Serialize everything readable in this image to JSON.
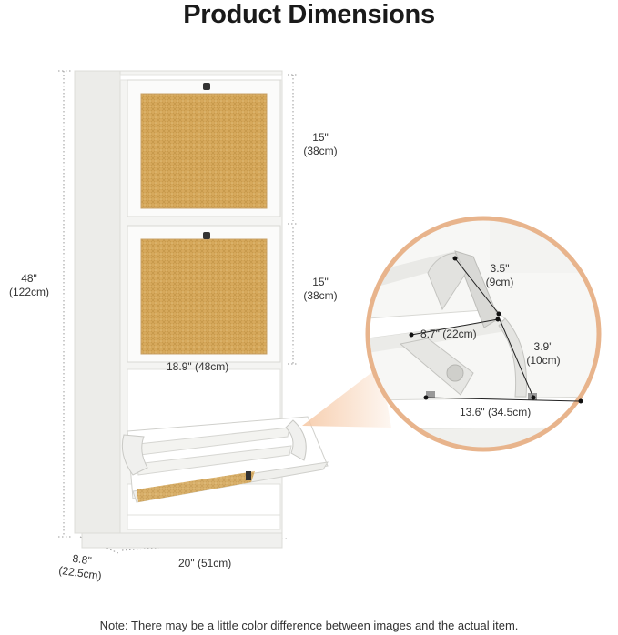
{
  "title": "Product Dimensions",
  "dimensions": {
    "height_in": "48\"",
    "height_cm": "(122cm)",
    "door1_in": "15\"",
    "door1_cm": "(38cm)",
    "door2_in": "15\"",
    "door2_cm": "(38cm)",
    "inner_width": "18.9\" (48cm)",
    "depth_in": "8.8\"",
    "depth_cm": "(22.5cm)",
    "width": "20\" (51cm)"
  },
  "detail": {
    "d1_in": "3.5\"",
    "d1_cm": "(9cm)",
    "d2": "8.7\" (22cm)",
    "d3_in": "3.9\"",
    "d3_cm": "(10cm)",
    "d4": "13.6\" (34.5cm)"
  },
  "note": "Note: There may be a little color difference between images and the actual item.",
  "colors": {
    "rattan": "#d6a758",
    "cabinet": "#f7f7f5",
    "accent_ring": "#e8b48c"
  }
}
